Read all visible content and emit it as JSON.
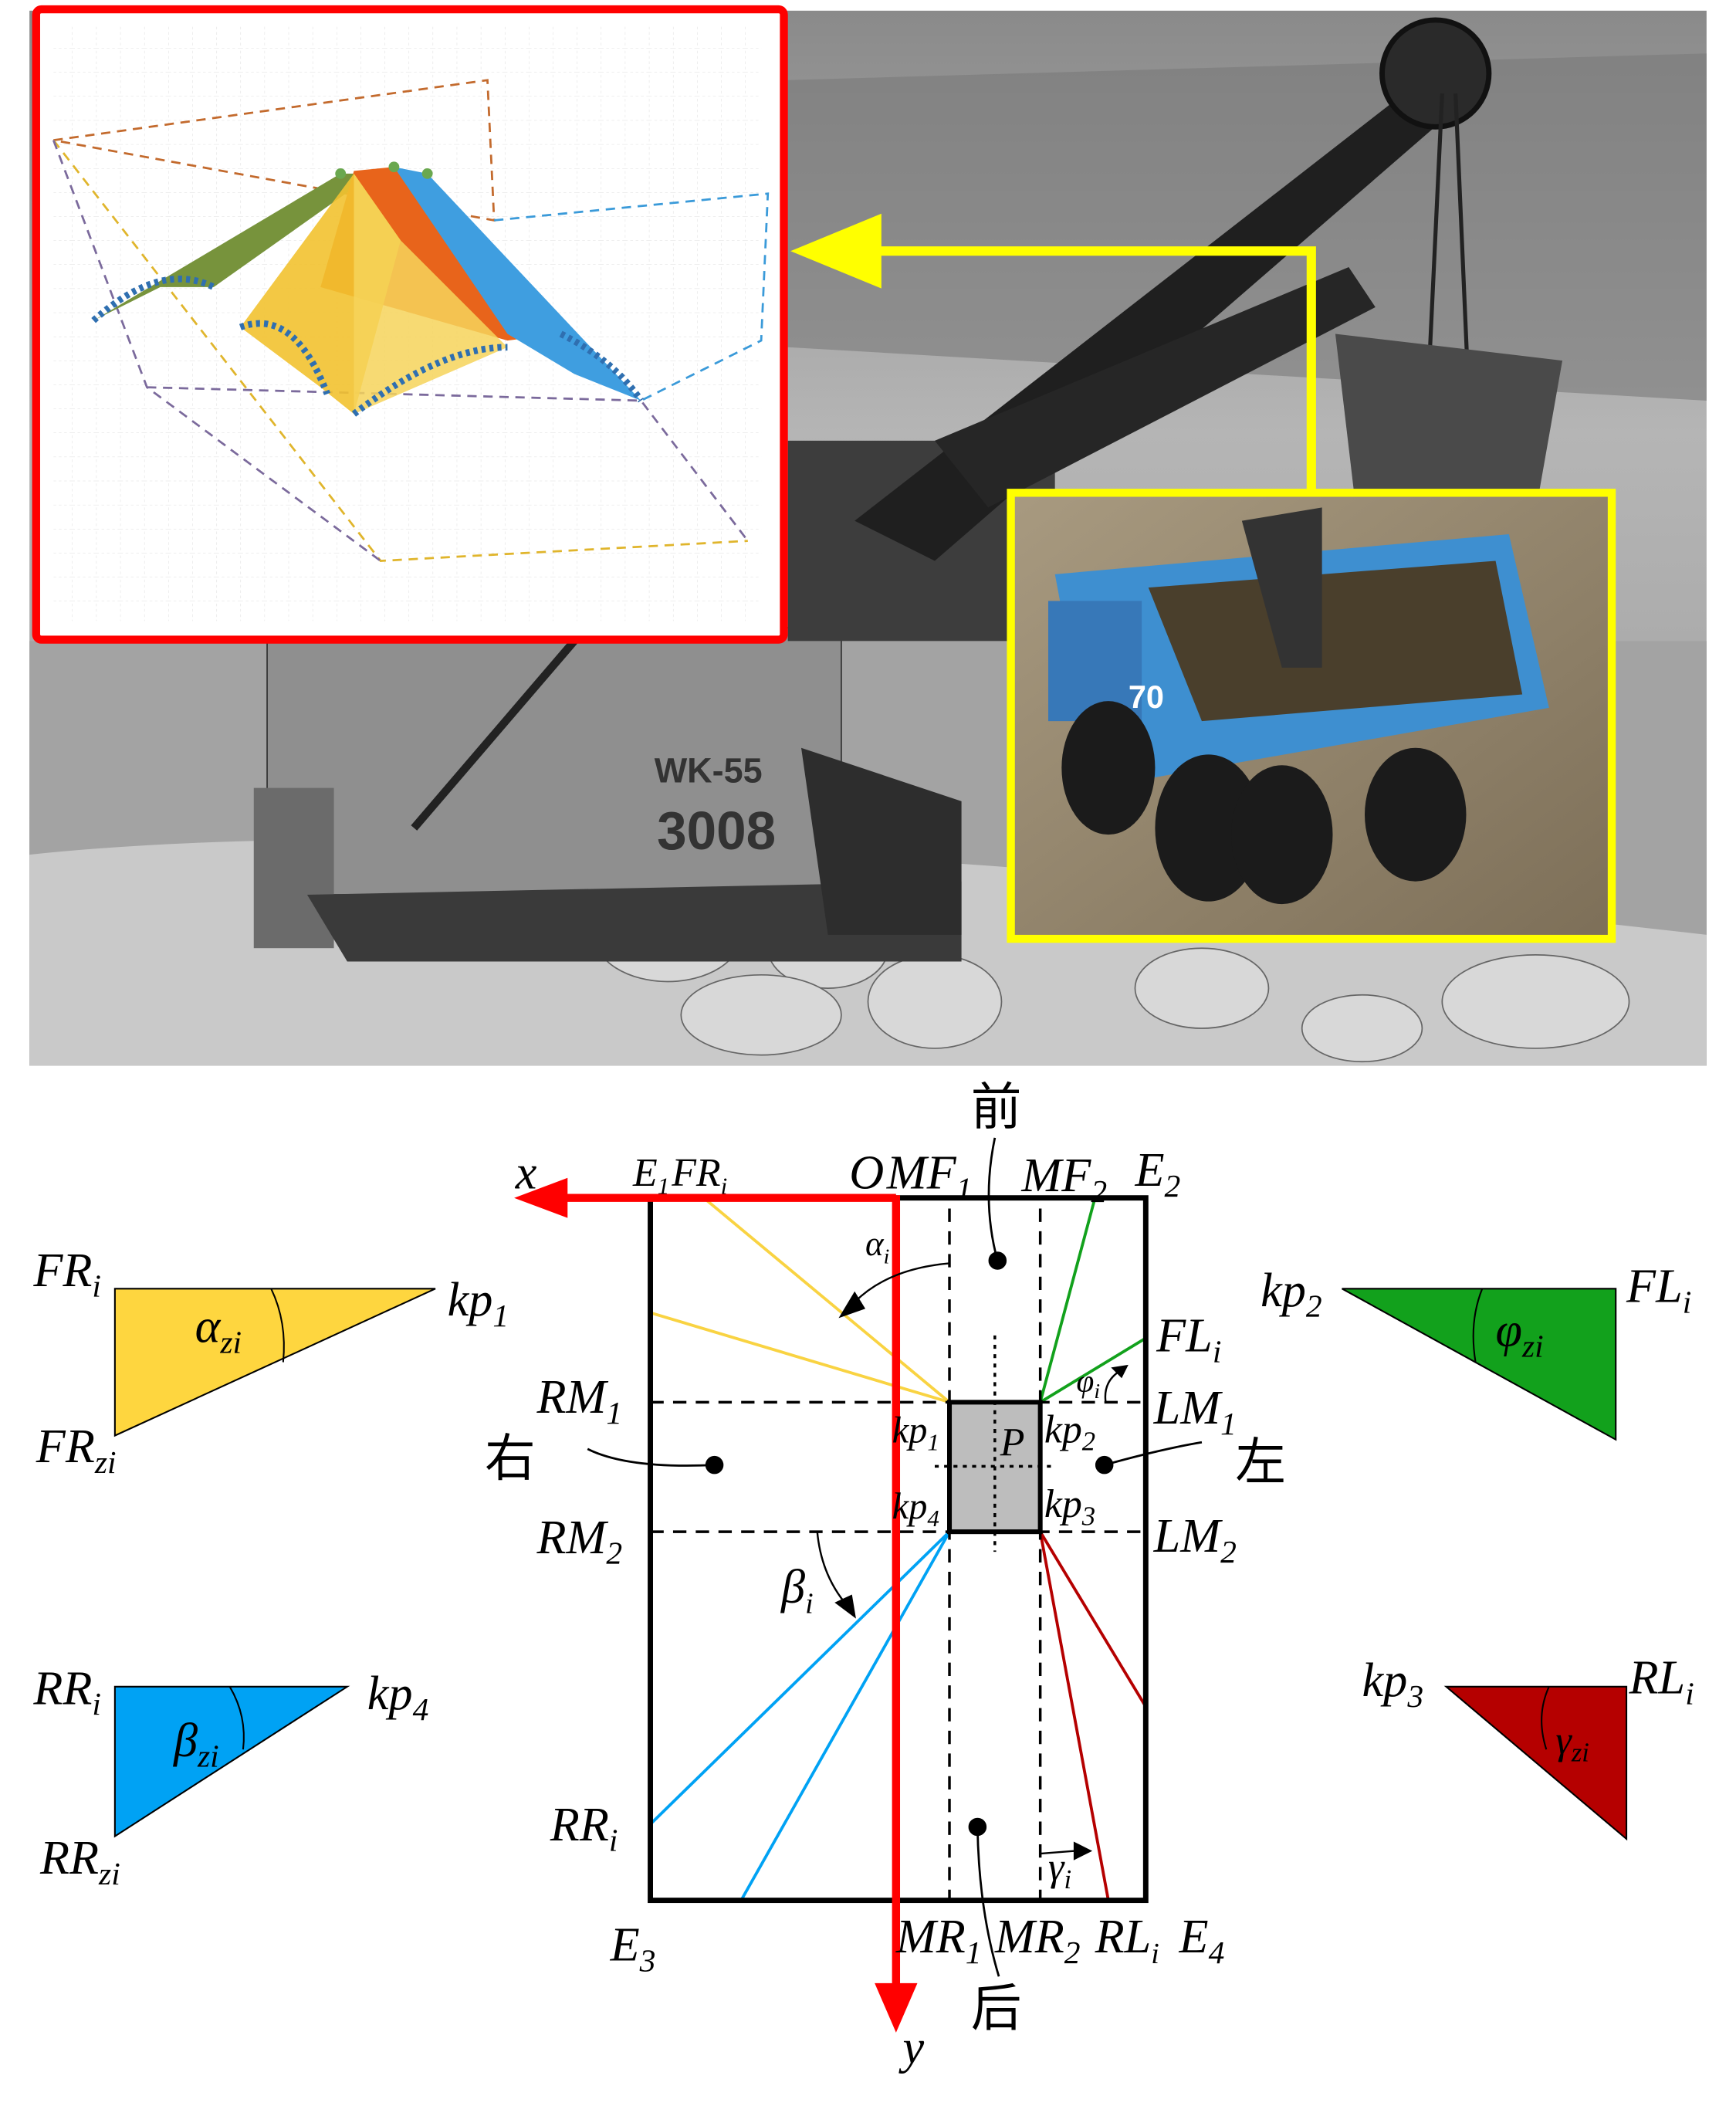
{
  "colors": {
    "inset_border": "#ff0000",
    "highlight_border": "#ffff00",
    "axis": "#ff0000",
    "front_right": "#f9d342",
    "front_left": "#12a11c",
    "rear_right": "#00a2f4",
    "rear_left": "#b50000",
    "platform": "#bdbdbd"
  },
  "photo": {
    "machine_model": "WK-55",
    "machine_number": "3008",
    "truck_number": "70"
  },
  "directions": {
    "front": "前",
    "rear": "后",
    "right": "右",
    "left": "左"
  },
  "labels": {
    "x": {
      "m": "x"
    },
    "y": {
      "m": "y"
    },
    "O": {
      "m": "O"
    },
    "E1": {
      "m": "E",
      "s": "1"
    },
    "E2": {
      "m": "E",
      "s": "2"
    },
    "E3": {
      "m": "E",
      "s": "3"
    },
    "E4": {
      "m": "E",
      "s": "4"
    },
    "FRi": {
      "m": "FR",
      "s": "i"
    },
    "FLi": {
      "m": "FL",
      "s": "i"
    },
    "RRi": {
      "m": "RR",
      "s": "i"
    },
    "RLi": {
      "m": "RL",
      "s": "i"
    },
    "MF1": {
      "m": "MF",
      "s": "1"
    },
    "MF2": {
      "m": "MF",
      "s": "2"
    },
    "MR1": {
      "m": "MR",
      "s": "1"
    },
    "MR2": {
      "m": "MR",
      "s": "2"
    },
    "LM1": {
      "m": "LM",
      "s": "1"
    },
    "LM2": {
      "m": "LM",
      "s": "2"
    },
    "RM1": {
      "m": "RM",
      "s": "1"
    },
    "RM2": {
      "m": "RM",
      "s": "2"
    },
    "kp1": {
      "m": "kp",
      "s": "1"
    },
    "kp2": {
      "m": "kp",
      "s": "2"
    },
    "kp3": {
      "m": "kp",
      "s": "3"
    },
    "kp4": {
      "m": "kp",
      "s": "4"
    },
    "P": {
      "m": "P"
    },
    "alpha_i": {
      "m": "α",
      "s": "i"
    },
    "beta_i": {
      "m": "β",
      "s": "i"
    },
    "gamma_i": {
      "m": "γ",
      "s": "i"
    },
    "phi_i": {
      "m": "φ",
      "s": "i"
    },
    "alpha_zi": {
      "m": "α",
      "s": "zi"
    },
    "beta_zi": {
      "m": "β",
      "s": "zi"
    },
    "gamma_zi": {
      "m": "γ",
      "s": "zi"
    },
    "phi_zi": {
      "m": "φ",
      "s": "zi"
    },
    "FRzi": {
      "m": "FR",
      "s": "zi"
    },
    "RRzi": {
      "m": "RR",
      "s": "zi"
    }
  }
}
